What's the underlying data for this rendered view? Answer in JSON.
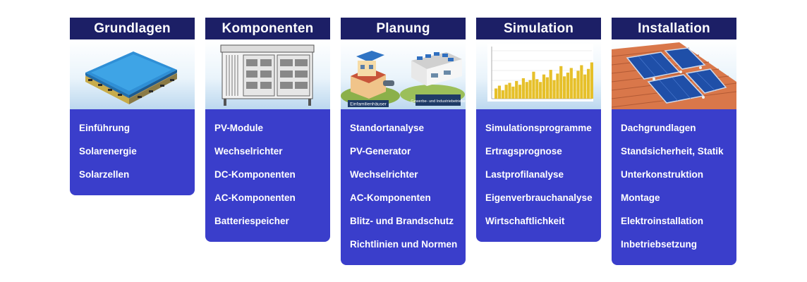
{
  "cards": [
    {
      "title": "Grundlagen",
      "image": "solar-cell-layers-illustration",
      "items": [
        "Einführung",
        "Solarenergie",
        "Solarzellen"
      ]
    },
    {
      "title": "Komponenten",
      "image": "battery-cabinet-illustration",
      "items": [
        "PV-Module",
        "Wechselrichter",
        "DC-Komponenten",
        "AC-Komponenten",
        "Batteriespeicher"
      ]
    },
    {
      "title": "Planung",
      "image": "buildings-illustration",
      "image_labels": [
        "Einfamilienhäuser",
        "Gewerbe- und Industriebetriebe"
      ],
      "items": [
        "Standortanalyse",
        "PV-Generator",
        "Wechselrichter",
        "AC-Komponenten",
        "Blitz- und Brandschutz",
        "Richtlinien und Normen"
      ]
    },
    {
      "title": "Simulation",
      "image": "yield-bar-chart-illustration",
      "items": [
        "Simulationsprogramme",
        "Ertragsprognose",
        "Lastprofilanalyse",
        "Eigenverbrauchanalyse",
        "Wirtschaftlichkeit"
      ]
    },
    {
      "title": "Installation",
      "image": "roof-mounted-panels-illustration",
      "items": [
        "Dachgrundlagen",
        "Standsicherheit, Statik",
        "Unterkonstruktion",
        "Montage",
        "Elektroinstallation",
        "Inbetriebsetzung"
      ]
    }
  ],
  "colors": {
    "header": "#1c1f66",
    "body": "#3a3ecb",
    "text": "#ffffff",
    "chart_bars": "#e6c02a"
  }
}
